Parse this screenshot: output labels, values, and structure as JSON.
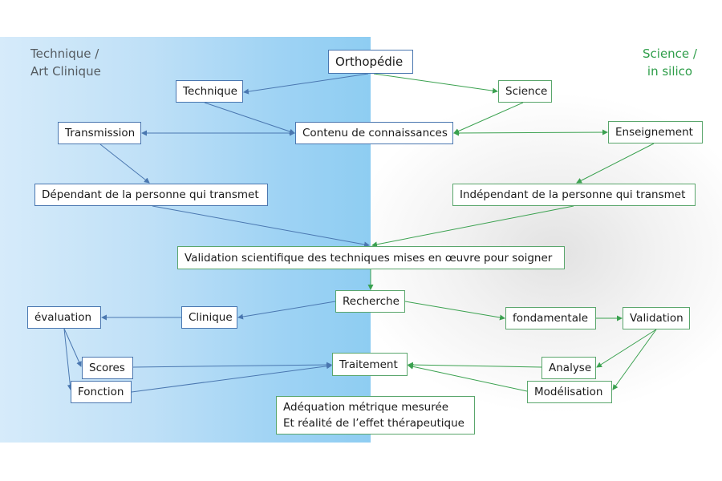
{
  "colors": {
    "blue_line": "#4a77b0",
    "green_line": "#3aa14f",
    "left_title": "#555b60",
    "right_title": "#2f9e4a"
  },
  "titles": {
    "left": [
      "Technique /",
      "Art Clinique"
    ],
    "right": [
      "Science /",
      "in silico"
    ]
  },
  "nodes": {
    "orthopedie": "Orthopédie",
    "technique": "Technique",
    "science": "Science",
    "transmission": "Transmission",
    "contenu": "Contenu de connaissances",
    "enseignement": "Enseignement",
    "dependant": "Dépendant de la personne qui transmet",
    "independant": "Indépendant de la personne qui transmet",
    "validation_sci": "Validation scientifique des techniques mises en œuvre pour soigner",
    "recherche": "Recherche",
    "evaluation": "évaluation",
    "clinique": "Clinique",
    "fondamentale": "fondamentale",
    "validation": "Validation",
    "scores": "Scores",
    "traitement": "Traitement",
    "analyse": "Analyse",
    "fonction": "Fonction",
    "modelisation": "Modélisation",
    "adequation": [
      "Adéquation métrique mesurée",
      "Et réalité de l’effet thérapeutique"
    ]
  },
  "edges": [
    {
      "from": "orthopedie",
      "to": "technique",
      "color": "blue"
    },
    {
      "from": "orthopedie",
      "to": "science",
      "color": "green"
    },
    {
      "from": "technique",
      "to": "contenu",
      "color": "blue"
    },
    {
      "from": "science",
      "to": "contenu",
      "color": "green"
    },
    {
      "from": "contenu",
      "to": "transmission",
      "color": "blue"
    },
    {
      "from": "contenu",
      "to": "enseignement",
      "color": "green"
    },
    {
      "from": "transmission",
      "to": "dependant",
      "color": "blue"
    },
    {
      "from": "enseignement",
      "to": "independant",
      "color": "green"
    },
    {
      "from": "dependant",
      "to": "validation_sci",
      "color": "blue"
    },
    {
      "from": "independant",
      "to": "validation_sci",
      "color": "green"
    },
    {
      "from": "validation_sci",
      "to": "recherche",
      "color": "green"
    },
    {
      "from": "recherche",
      "to": "clinique",
      "color": "blue"
    },
    {
      "from": "clinique",
      "to": "evaluation",
      "color": "blue"
    },
    {
      "from": "evaluation",
      "to": "scores",
      "color": "blue"
    },
    {
      "from": "evaluation",
      "to": "fonction",
      "color": "blue"
    },
    {
      "from": "scores",
      "to": "traitement",
      "color": "blue"
    },
    {
      "from": "fonction",
      "to": "traitement",
      "color": "blue"
    },
    {
      "from": "recherche",
      "to": "fondamentale",
      "color": "green"
    },
    {
      "from": "fondamentale",
      "to": "validation",
      "color": "green"
    },
    {
      "from": "validation",
      "to": "analyse",
      "color": "green"
    },
    {
      "from": "validation",
      "to": "modelisation",
      "color": "green"
    },
    {
      "from": "analyse",
      "to": "traitement",
      "color": "green"
    },
    {
      "from": "modelisation",
      "to": "traitement",
      "color": "green"
    }
  ]
}
